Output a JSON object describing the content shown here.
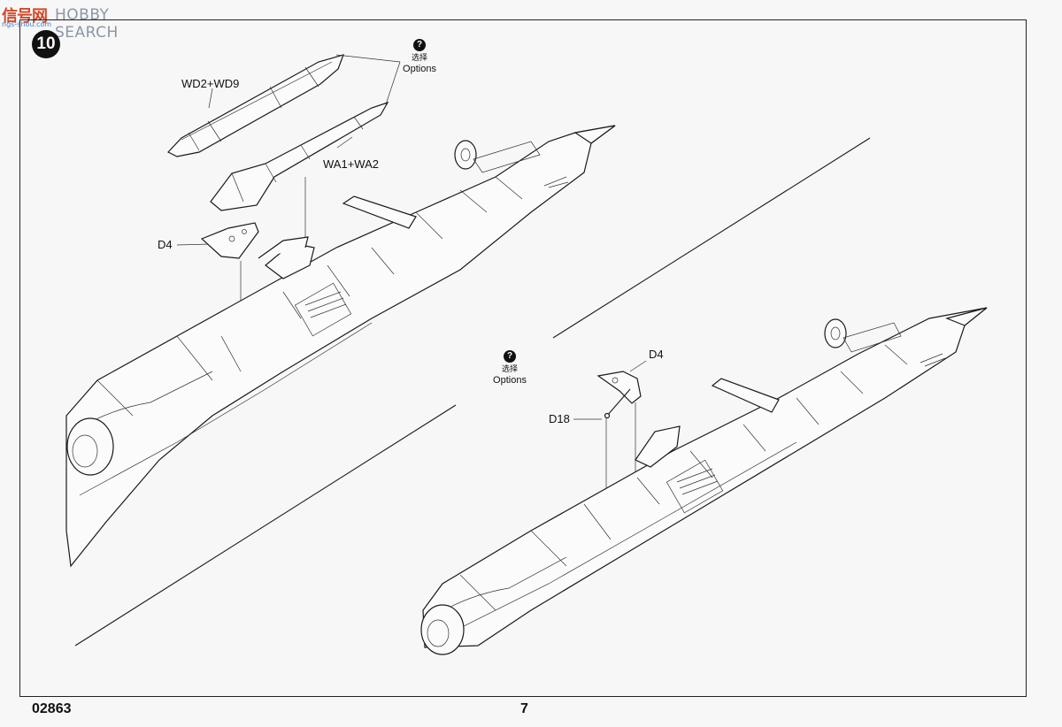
{
  "watermark": {
    "logo": "信号网",
    "sub": "ngs-shou.com",
    "text": "HOBBY SEARCH"
  },
  "step": {
    "number": "10"
  },
  "callouts": {
    "wd2_wd9": "WD2+WD9",
    "wa1_wa2": "WA1+WA2",
    "d4_left": "D4",
    "d4_right": "D4",
    "d18": "D18"
  },
  "options_top": {
    "icon": "?",
    "cn": "选择",
    "en": "Options"
  },
  "options_mid": {
    "icon": "?",
    "cn": "选择",
    "en": "Options"
  },
  "footer": {
    "code": "02863",
    "page": "7"
  },
  "icons": [
    "question-icon"
  ]
}
